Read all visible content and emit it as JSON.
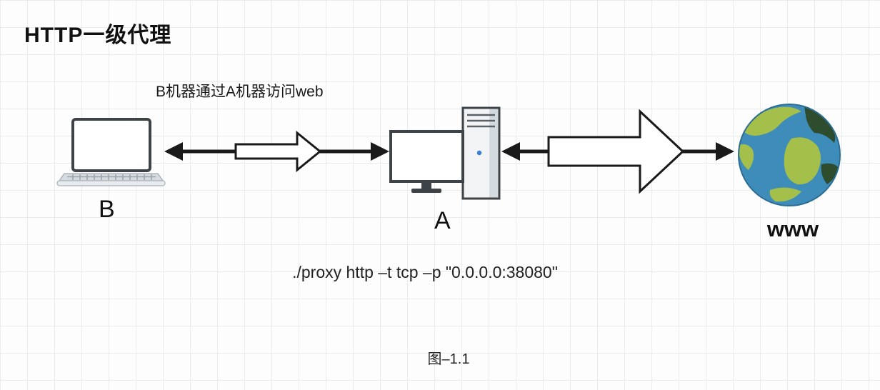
{
  "title": "HTTP一级代理",
  "subtitle": "B机器通过A机器访问web",
  "nodes": {
    "laptop_label": "B",
    "server_label": "A",
    "web_label": "www"
  },
  "command": "./proxy http –t tcp –p \"0.0.0.0:38080\"",
  "figure_caption": "图–1.1",
  "icons": {
    "laptop": "laptop-icon",
    "server": "desktop-computer-icon",
    "web": "globe-icon",
    "link_left": "double-headed-arrow-with-block-arrow",
    "link_right": "double-headed-arrow-with-block-arrow"
  },
  "colors": {
    "background": "#fdfdfd",
    "grid_line": "#e8eced",
    "ink": "#1a1a1a",
    "globe_ocean": "#3e8cba",
    "globe_land": "#a4bf4a"
  }
}
